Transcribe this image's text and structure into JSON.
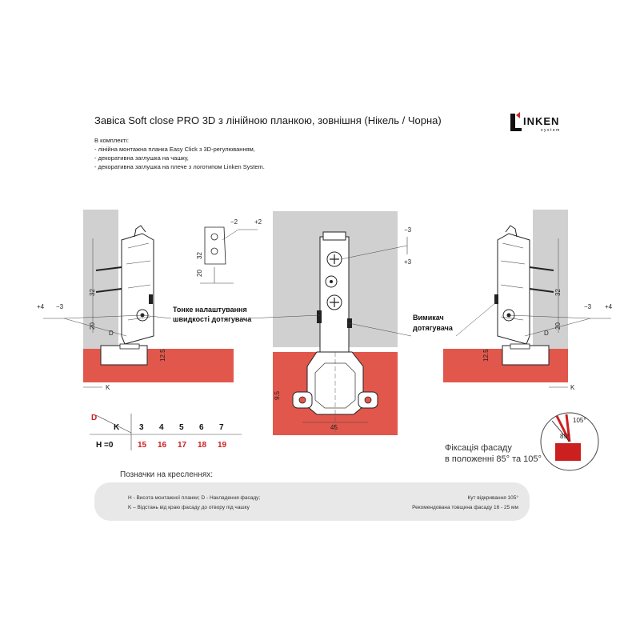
{
  "title": "Завіса Soft close PRO 3D з лінійною планкою, зовнішня (Нікель / Чорна)",
  "kit": {
    "heading": "В комплекті:",
    "items": [
      "- лінійна монтажна планка Easy Click з 3D-регулюванням,",
      "- декоративна заглушка на чашку,",
      "- декоративна заглушка на плече з логотипом Linken System."
    ]
  },
  "logo": {
    "main": "INKEN",
    "letter": "L",
    "sub": "system"
  },
  "callouts": {
    "speed_1": "Тонке налаштування",
    "speed_2": "швидкості дотягувача",
    "switch_1": "Вимикач",
    "switch_2": "дотягувача"
  },
  "dims": {
    "plus4": "+4",
    "minus3": "−3",
    "minus2": "−2",
    "plus2": "+2",
    "top_minus3": "−3",
    "top_plus3": "+3",
    "d32": "32",
    "d20": "20",
    "d12_5": "12.5",
    "k": "K",
    "d": "D",
    "d45": "45",
    "d9_5": "9.5",
    "small32": "32",
    "small20": "20"
  },
  "ktable": {
    "d_label": "D",
    "k_label": "K",
    "h_label": "H =0",
    "k_values": [
      "3",
      "4",
      "5",
      "6",
      "7"
    ],
    "h_values": [
      "15",
      "16",
      "17",
      "18",
      "19"
    ]
  },
  "fixation": {
    "line1": "Фіксація фасаду",
    "line2": "в положенні 85° та 105°",
    "a105": "105°",
    "a85": "85°"
  },
  "legend": {
    "title": "Позначки на кресленнях:",
    "left_1": "H - Висота монтажної планки;  D - Накладення фасаду;",
    "left_2": "K – Відстань від краю фасаду до отвору під чашку",
    "right_1": "Кут відкривання 105°",
    "right_2": "Рекомендована товщина  фасаду 16 - 25 мм"
  },
  "colors": {
    "red": "#e2574c",
    "gray": "#d0d0d0",
    "dark_red": "#cc1f1f"
  }
}
